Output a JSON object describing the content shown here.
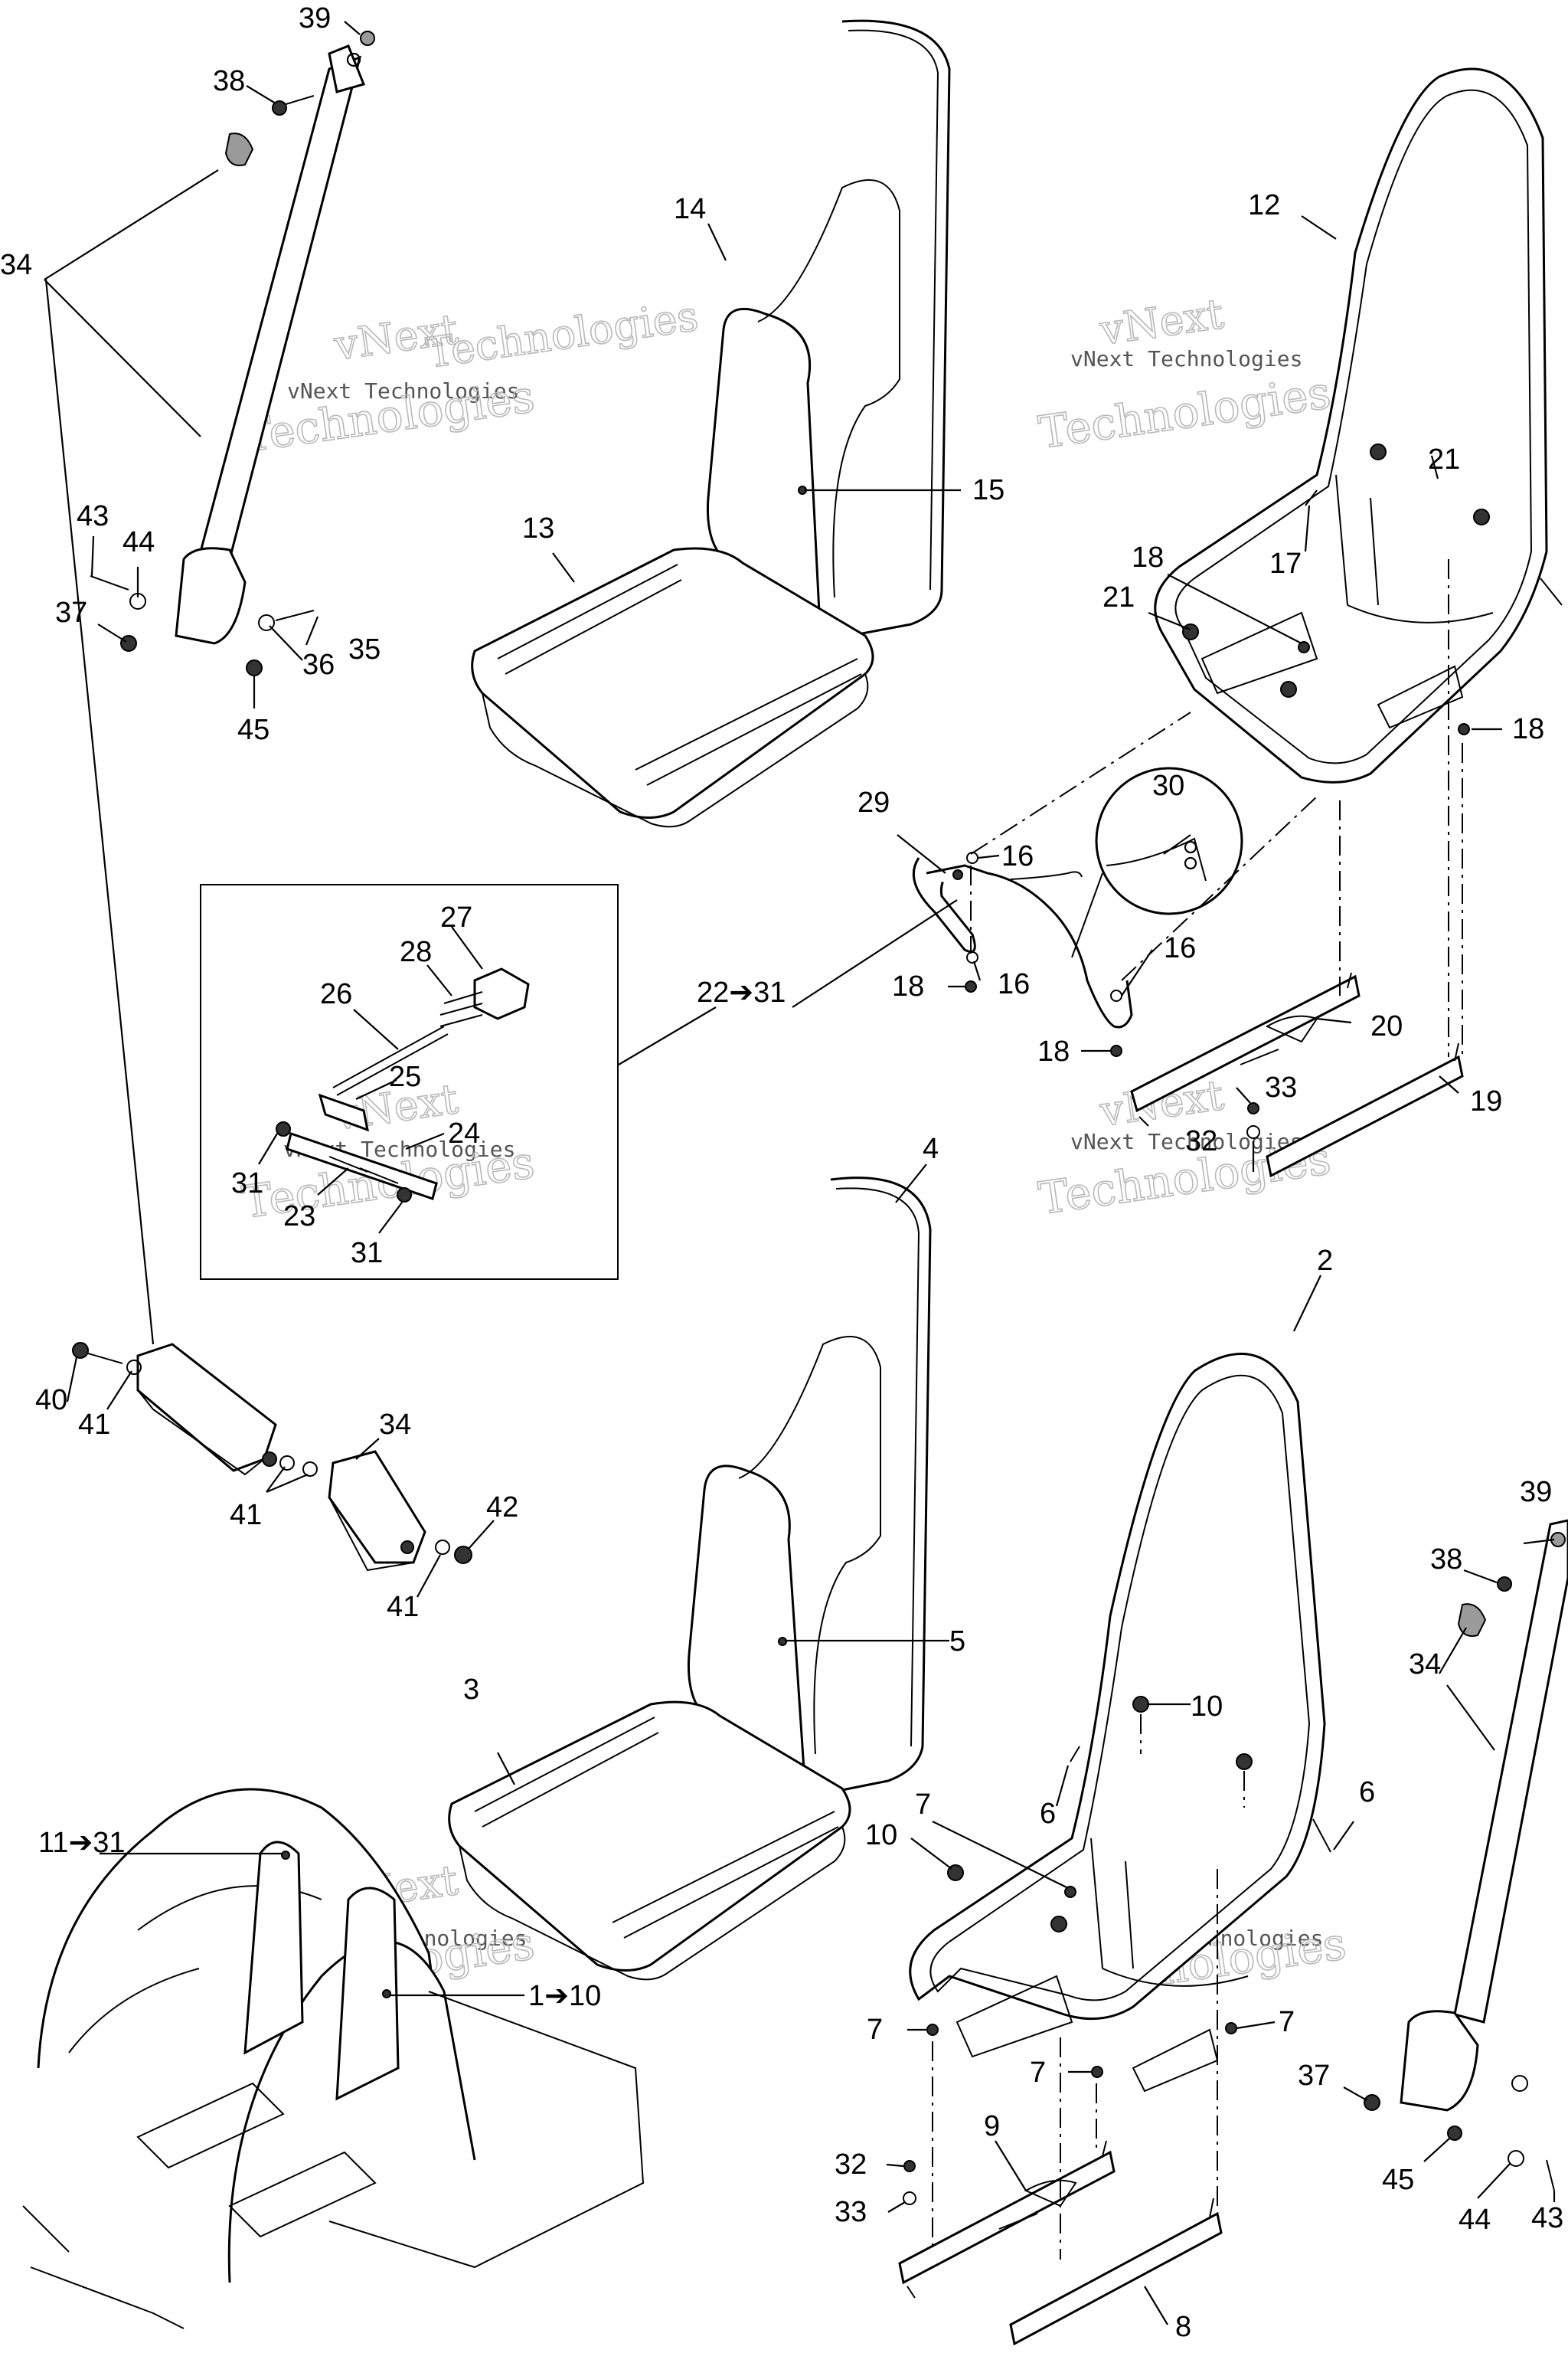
{
  "diagram": {
    "labels": [
      {
        "id": "39-top",
        "text": "39"
      },
      {
        "id": "38-top",
        "text": "38"
      },
      {
        "id": "34-top",
        "text": "34"
      },
      {
        "id": "43-top",
        "text": "43"
      },
      {
        "id": "44-top",
        "text": "44"
      },
      {
        "id": "37-top",
        "text": "37"
      },
      {
        "id": "35",
        "text": "35"
      },
      {
        "id": "36",
        "text": "36"
      },
      {
        "id": "45-top",
        "text": "45"
      },
      {
        "id": "14",
        "text": "14"
      },
      {
        "id": "15",
        "text": "15"
      },
      {
        "id": "13",
        "text": "13"
      },
      {
        "id": "12",
        "text": "12"
      },
      {
        "id": "21-a",
        "text": "21"
      },
      {
        "id": "17",
        "text": "17"
      },
      {
        "id": "18-a",
        "text": "18"
      },
      {
        "id": "21-b",
        "text": "21"
      },
      {
        "id": "18-b",
        "text": "18"
      },
      {
        "id": "30",
        "text": "30"
      },
      {
        "id": "29",
        "text": "29"
      },
      {
        "id": "16-a",
        "text": "16"
      },
      {
        "id": "16-b",
        "text": "16"
      },
      {
        "id": "16-c",
        "text": "16"
      },
      {
        "id": "18-c",
        "text": "18"
      },
      {
        "id": "18-d",
        "text": "18"
      },
      {
        "id": "22-31",
        "text": "22➔31"
      },
      {
        "id": "20",
        "text": "20"
      },
      {
        "id": "33-top",
        "text": "33"
      },
      {
        "id": "32-top",
        "text": "32"
      },
      {
        "id": "19",
        "text": "19"
      },
      {
        "id": "27",
        "text": "27"
      },
      {
        "id": "28",
        "text": "28"
      },
      {
        "id": "26",
        "text": "26"
      },
      {
        "id": "25",
        "text": "25"
      },
      {
        "id": "24",
        "text": "24"
      },
      {
        "id": "31-a",
        "text": "31"
      },
      {
        "id": "23",
        "text": "23"
      },
      {
        "id": "31-b",
        "text": "31"
      },
      {
        "id": "4",
        "text": "4"
      },
      {
        "id": "2",
        "text": "2"
      },
      {
        "id": "40",
        "text": "40"
      },
      {
        "id": "41-a",
        "text": "41"
      },
      {
        "id": "34-mid",
        "text": "34"
      },
      {
        "id": "41-b",
        "text": "41"
      },
      {
        "id": "42",
        "text": "42"
      },
      {
        "id": "41-c",
        "text": "41"
      },
      {
        "id": "5",
        "text": "5"
      },
      {
        "id": "39-right",
        "text": "39"
      },
      {
        "id": "38-right",
        "text": "38"
      },
      {
        "id": "34-right",
        "text": "34"
      },
      {
        "id": "3",
        "text": "3"
      },
      {
        "id": "10-a",
        "text": "10"
      },
      {
        "id": "6-a",
        "text": "6"
      },
      {
        "id": "6-b",
        "text": "6"
      },
      {
        "id": "7-a",
        "text": "7"
      },
      {
        "id": "10-b",
        "text": "10"
      },
      {
        "id": "11-31",
        "text": "11➔31"
      },
      {
        "id": "1-10",
        "text": "1➔10"
      },
      {
        "id": "7-b",
        "text": "7"
      },
      {
        "id": "7-c",
        "text": "7"
      },
      {
        "id": "7-d",
        "text": "7"
      },
      {
        "id": "9",
        "text": "9"
      },
      {
        "id": "32-bot",
        "text": "32"
      },
      {
        "id": "33-bot",
        "text": "33"
      },
      {
        "id": "8",
        "text": "8"
      },
      {
        "id": "37-right",
        "text": "37"
      },
      {
        "id": "45-right",
        "text": "45"
      },
      {
        "id": "44-right",
        "text": "44"
      },
      {
        "id": "43-right",
        "text": "43"
      }
    ],
    "watermark": {
      "brand_short": "vNext",
      "brand_word": "Technologies",
      "brand_full": "vNext Technologies"
    }
  }
}
